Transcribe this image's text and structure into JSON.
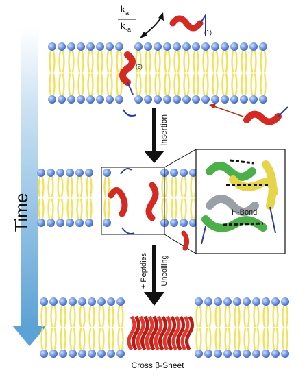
{
  "labels": {
    "k_on": "k",
    "k_on_sub": "a",
    "k_off": "k",
    "k_off_sub": "-a",
    "state1": "(1)",
    "state2": "(2)",
    "time": "Time",
    "insertion": "Insertion",
    "hbond": "H-Bond",
    "peptides": "+ Peptdies",
    "uncoiling": "Uncoiling",
    "sheet": "Cross β-Sheet"
  },
  "colors": {
    "lipid_head": "#5b83d6",
    "lipid_tail": "#f2e25a",
    "helix": "#d42a22",
    "arrow": "#111111",
    "time_arrow": "#6aaad8",
    "blue_turn": "#2d3d9e"
  }
}
